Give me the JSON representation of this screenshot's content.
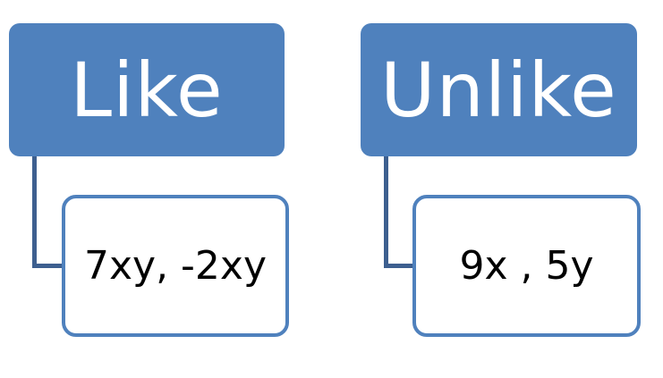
{
  "groups": [
    {
      "header": "Like",
      "items": "7xy, -2xy"
    },
    {
      "header": "Unlike",
      "items": "9x , 5y"
    }
  ],
  "colors": {
    "header_fill": "#4f81bd",
    "child_border": "#4f81bd",
    "connector": "#3d5f8f",
    "header_text": "#ffffff",
    "child_text": "#000000"
  }
}
